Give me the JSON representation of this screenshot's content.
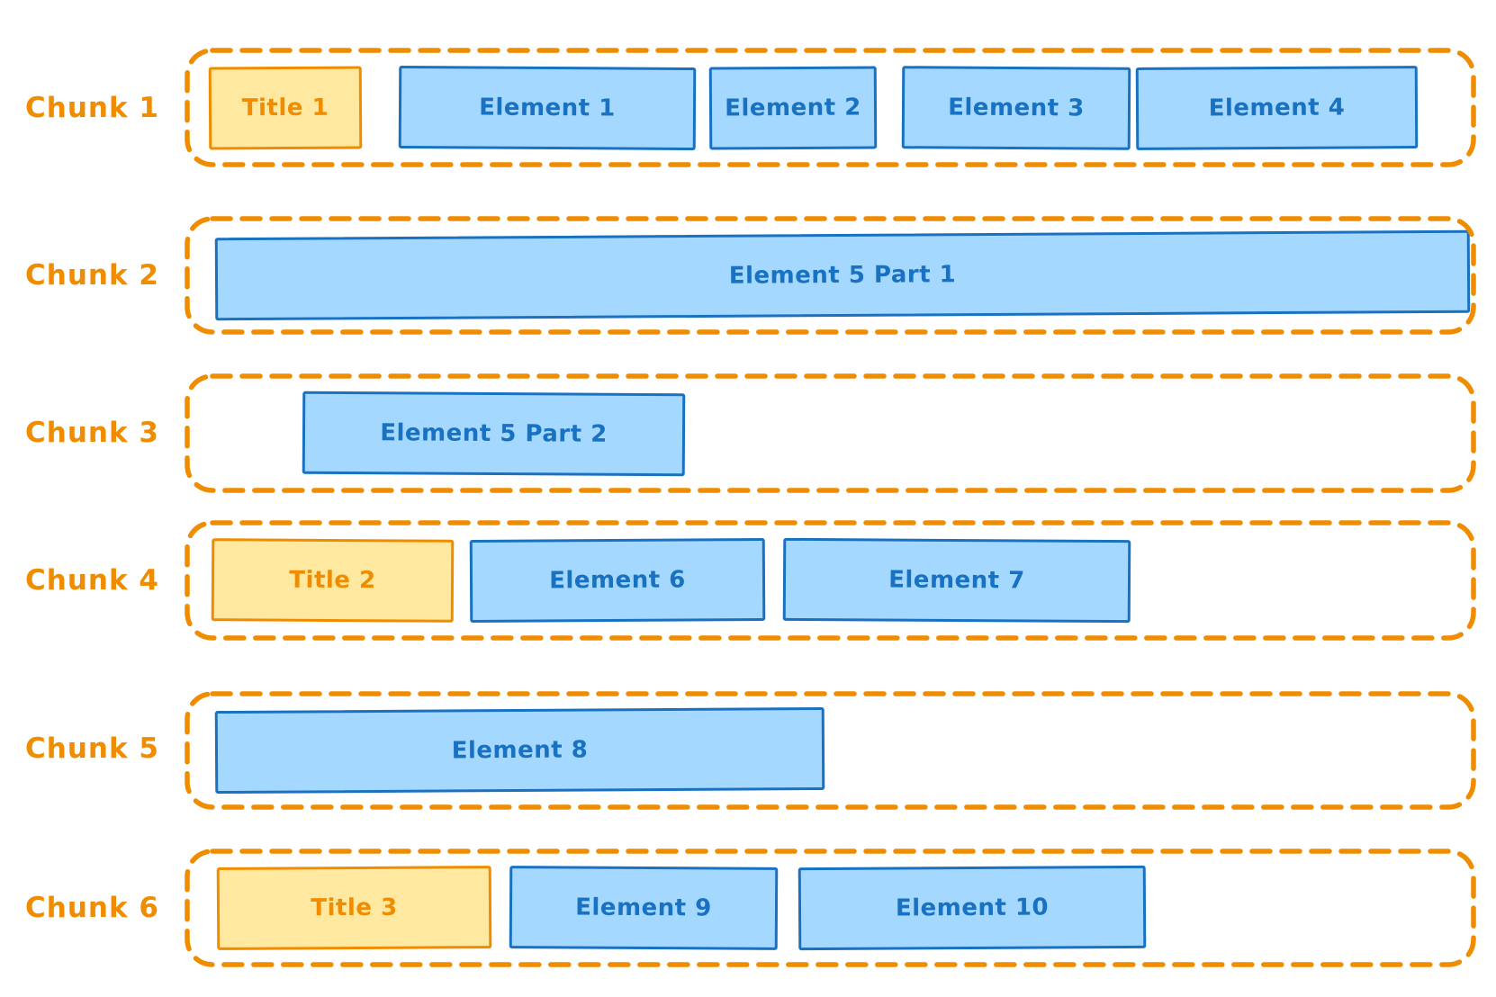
{
  "colors": {
    "chunk_outline_orange": "#f08c00",
    "title_box_fill": "#ffe9a0",
    "title_box_border": "#f08c00",
    "title_text_orange": "#f08c00",
    "element_box_fill": "#a5d8ff",
    "element_box_border": "#1971c2",
    "element_text_blue": "#1971c2",
    "background": "#ffffff"
  },
  "diagram": {
    "chunks": [
      {
        "label": "Chunk 1",
        "items": [
          {
            "text": "Title 1",
            "kind": "title"
          },
          {
            "text": "Element 1",
            "kind": "element"
          },
          {
            "text": "Element 2",
            "kind": "element"
          },
          {
            "text": "Element 3",
            "kind": "element"
          },
          {
            "text": "Element 4",
            "kind": "element"
          }
        ]
      },
      {
        "label": "Chunk 2",
        "items": [
          {
            "text": "Element 5 Part 1",
            "kind": "element"
          }
        ]
      },
      {
        "label": "Chunk 3",
        "items": [
          {
            "text": "Element 5 Part 2",
            "kind": "element"
          }
        ]
      },
      {
        "label": "Chunk 4",
        "items": [
          {
            "text": "Title 2",
            "kind": "title"
          },
          {
            "text": "Element 6",
            "kind": "element"
          },
          {
            "text": "Element 7",
            "kind": "element"
          }
        ]
      },
      {
        "label": "Chunk 5",
        "items": [
          {
            "text": "Element 8",
            "kind": "element"
          }
        ]
      },
      {
        "label": "Chunk 6",
        "items": [
          {
            "text": "Title 3",
            "kind": "title"
          },
          {
            "text": "Element 9",
            "kind": "element"
          },
          {
            "text": "Element 10",
            "kind": "element"
          }
        ]
      }
    ]
  }
}
